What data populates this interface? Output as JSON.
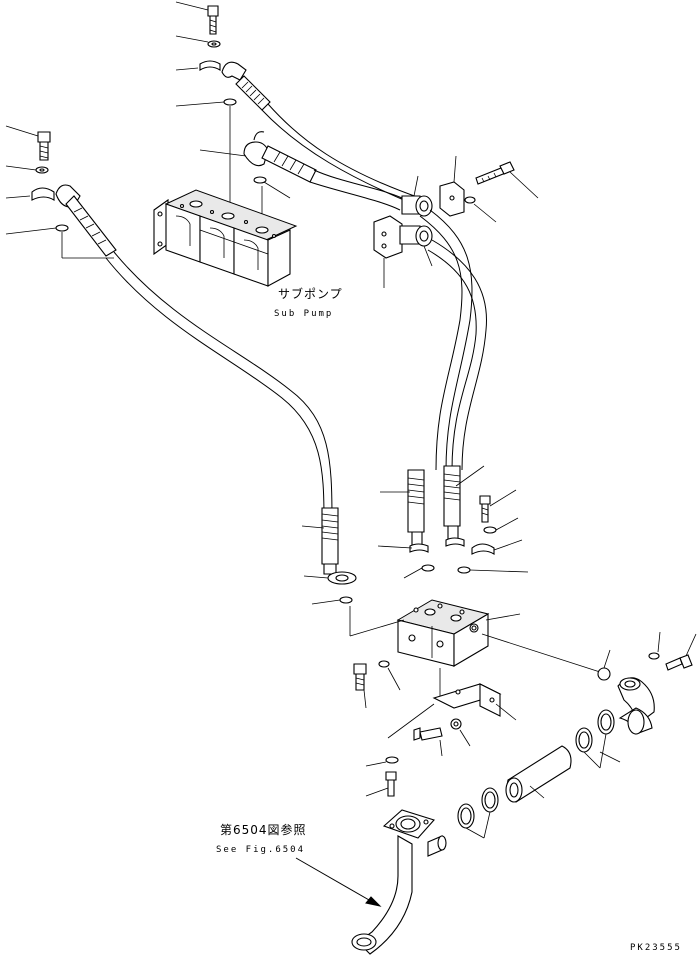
{
  "labels": {
    "sub_pump_jp": "サブポンプ",
    "sub_pump_en": "Sub Pump",
    "ref_jp": "第6504図参照",
    "ref_en": "See Fig.6504",
    "drawing_code": "PK23555"
  },
  "colors": {
    "line": "#000000",
    "background": "#ffffff"
  }
}
